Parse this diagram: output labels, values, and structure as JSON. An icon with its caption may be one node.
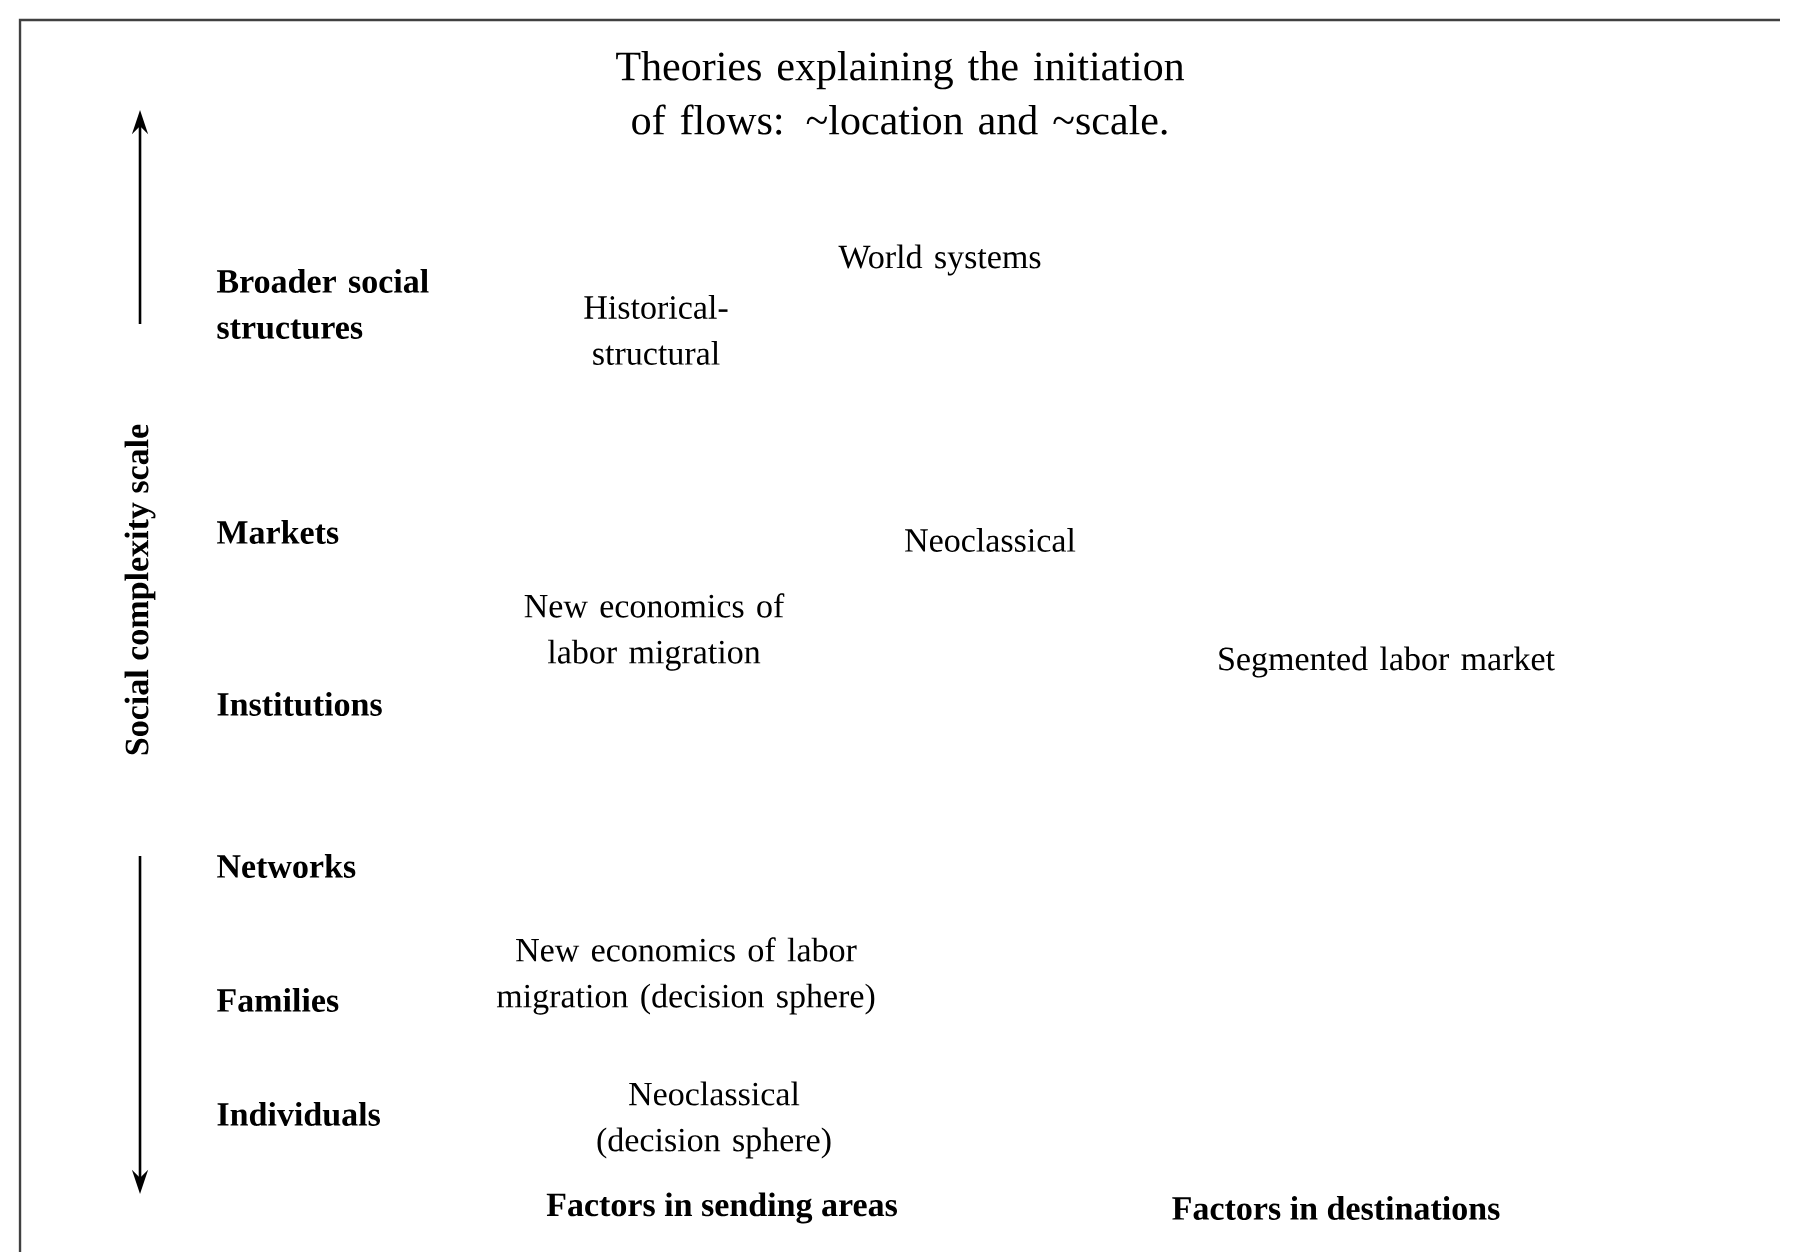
{
  "diagram": {
    "title": "Theories explaining the initiation of flows: ~location and ~scale.",
    "labels": [
      "Broader social structures",
      "World systems",
      "Historical-structural",
      "Social complexity scale",
      "Markets",
      "Neoclassical",
      "New economics of labor migration",
      "Institutions",
      "Segmented labor market",
      "Networks",
      "New economics of labor migration (decision sphere)",
      "Families",
      "Neoclassical (decision sphere)",
      "Individuals",
      "Factors in sending areas",
      "Factors in destinations"
    ]
  }
}
